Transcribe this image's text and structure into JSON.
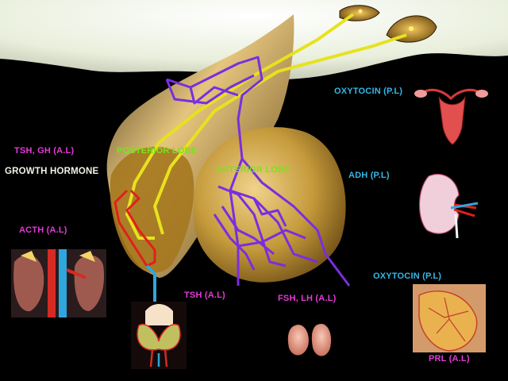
{
  "colors": {
    "background": "#000000",
    "magenta_label": "#e23bd6",
    "cyan_label": "#35b7e6",
    "green_label": "#7ee11c",
    "white_label": "#f2f2e6",
    "pituitary_fill": "#b8862a",
    "portal_vessels": "#7a2ee0",
    "hypothalamic_tract": "#e7e21e",
    "red_vessel": "#e0201a",
    "blue_vessel": "#2fa6dd"
  },
  "labels": {
    "oxytocin_top": "OXYTOCIN (P.L)",
    "tsh_gh": "TSH, GH (A.L)",
    "posterior_lobe": "POSTERIOR LOBE",
    "growth_hormone": "GROWTH HORMONE",
    "anterior_lobe": "ANTERIOR LOBE",
    "adh": "ADH (P.L)",
    "acth": "ACTH (A.L)",
    "oxytocin_bottom": "OXYTOCIN (P.L)",
    "tsh": "TSH (A.L)",
    "fsh_lh": "FSH, LH (A.L)",
    "prl": "PRL (A.L)"
  },
  "icons": {
    "hypothalamic_nuclei": "nerve-cell-icon",
    "uterus": "uterus-icon",
    "kidney": "kidney-icon",
    "adrenal": "adrenal-kidney-icon",
    "thyroid": "thyroid-icon",
    "gonads": "testes-icon",
    "breast": "mammary-gland-icon"
  }
}
